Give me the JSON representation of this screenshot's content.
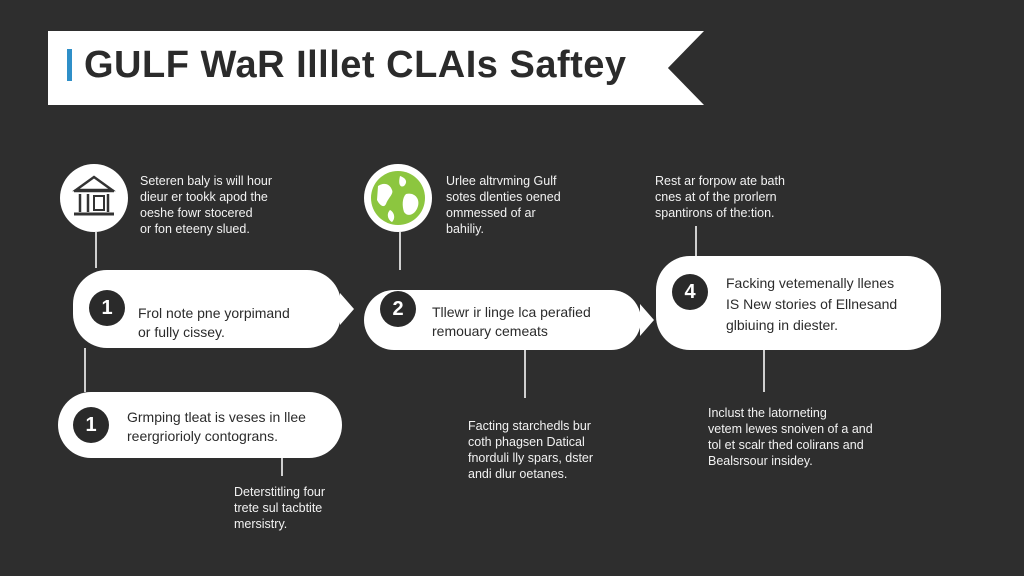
{
  "title": "GULF WaR Illlet CLAIs Saftey",
  "colors": {
    "background": "#2e2e2e",
    "accent": "#2f8fc8",
    "card": "#ffffff",
    "globe": "#8cc63f"
  },
  "top_notes": {
    "left": [
      "Seteren baly is will hour",
      "dieur er tookk apod the",
      "oeshe fowr stocered",
      "or fon eteeny slued."
    ],
    "middle": [
      "Urlee altrvming Gulf",
      "sotes dlenties oened",
      "ommessed of ar",
      "bahiliy."
    ],
    "right": [
      "Rest ar forpow ate bath",
      "cnes at of the prorlern",
      "spantirons of the:tion."
    ]
  },
  "steps": [
    {
      "number": "1",
      "lines": [
        "Frol note pne yorpimand",
        "or fully cissey."
      ]
    },
    {
      "number": "2",
      "lines": [
        "Tllewr ir linge lca perafied",
        "remouary cemeats"
      ]
    },
    {
      "number": "4",
      "lines": [
        "Facking vetemenally llenes",
        "IS New stories of Ellnesand",
        "glbiuing in diester."
      ]
    },
    {
      "number": "1",
      "lines": [
        "Grmping tleat is veses in llee",
        "reergriorioly contograns."
      ]
    }
  ],
  "bottom_notes": {
    "left": [
      "Deterstitling four",
      "trete sul tacbtite",
      "mersistry."
    ],
    "middle": [
      "Facting starchedls bur",
      "coth phagsen Datical",
      "fnorduli lly spars, dster",
      "andi dlur oetanes."
    ],
    "right": [
      "Inclust the latorneting",
      "vetem lewes snoiven of a and",
      "tol et scalr thed colirans and",
      "Bealsrsour insidey."
    ]
  },
  "icons": [
    "courthouse-icon",
    "globe-icon"
  ]
}
